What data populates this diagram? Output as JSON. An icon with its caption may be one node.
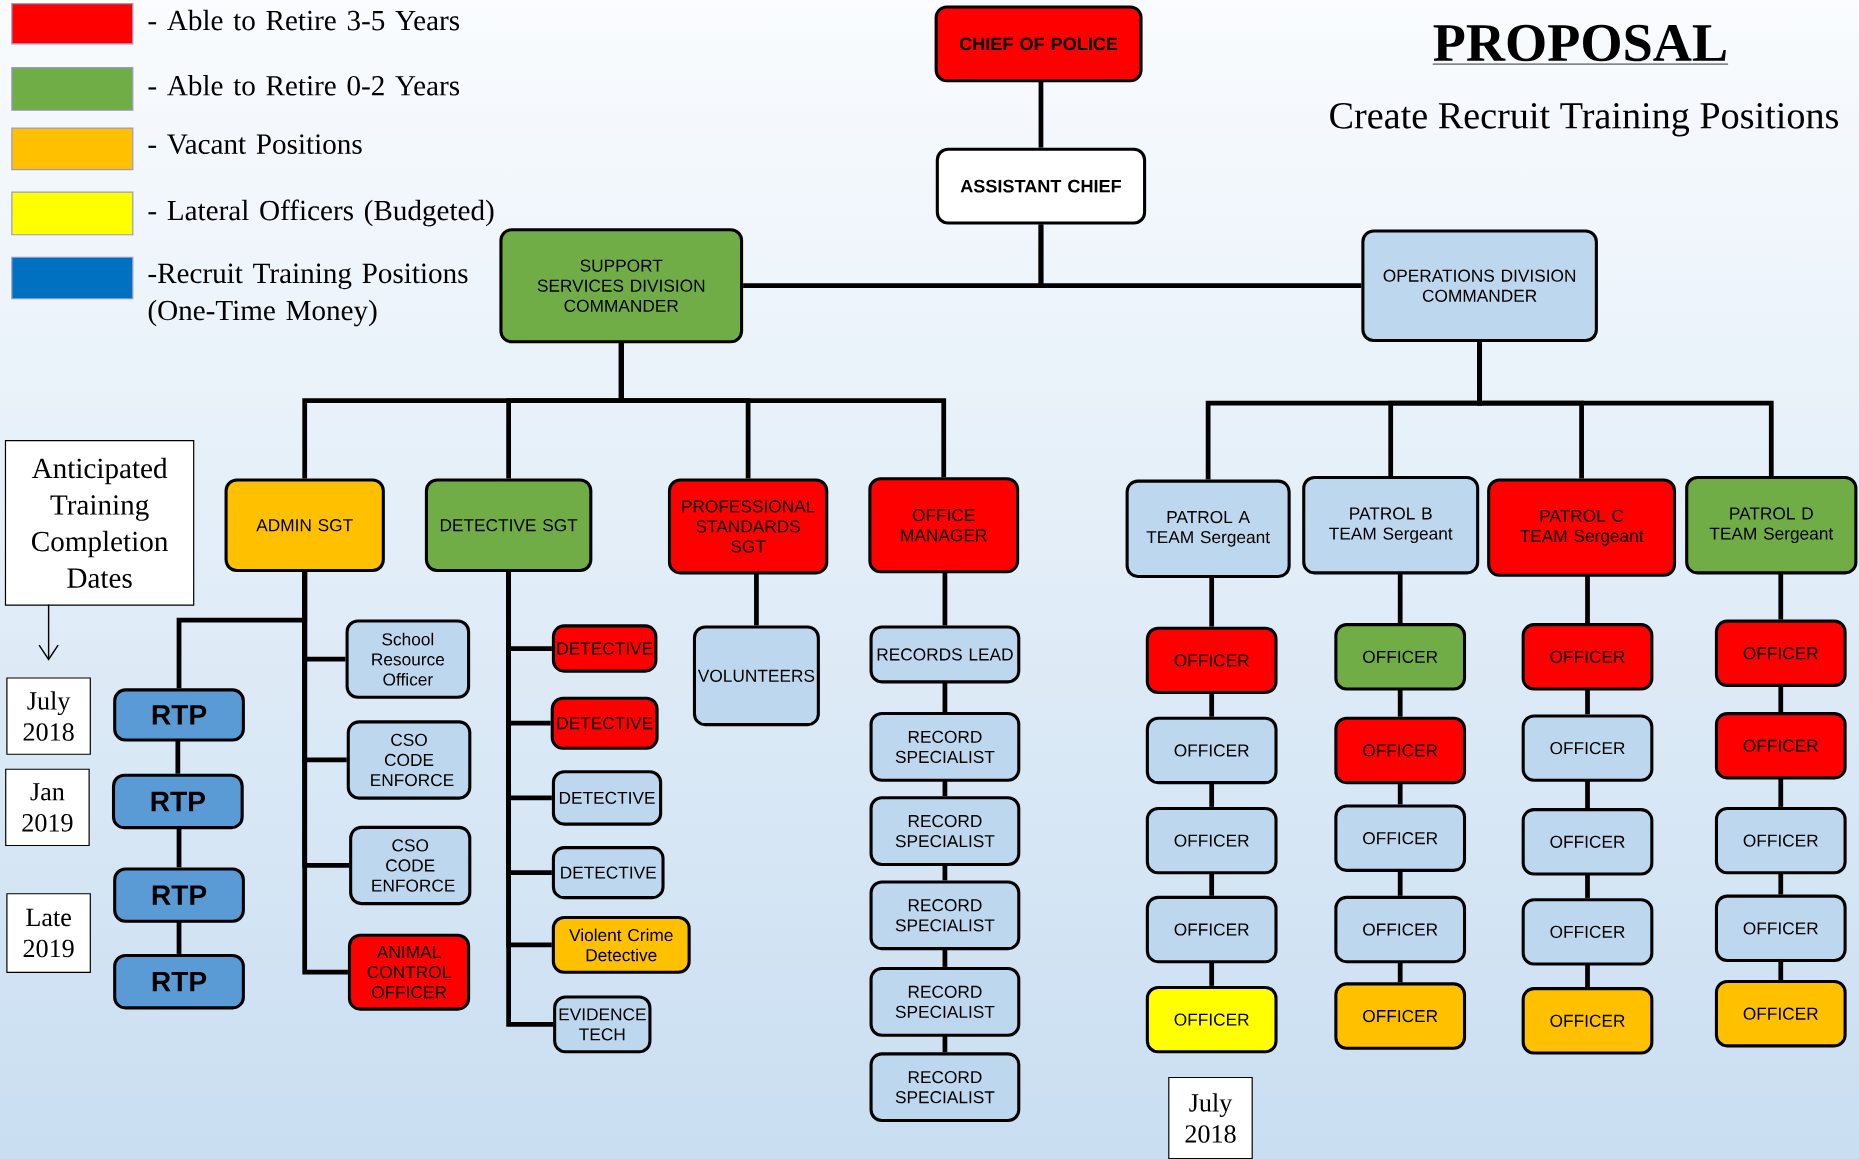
{
  "diagram": {
    "title": "PROPOSAL",
    "nodes": [
      {
        "text": [
          "CHIEF OF POLICE"
        ]
      },
      {
        "text": [
          "ASSISTANT CHIEF"
        ]
      },
      {
        "text": [
          "SUPPORT SERVICES DIVISION COMMANDER"
        ]
      },
      {
        "text": [
          "OPERATIONS DIVISION COMMANDER"
        ]
      },
      {
        "text": [
          "ADMIN SGT"
        ]
      },
      {
        "text": [
          "DETECTIVE SGT"
        ]
      },
      {
        "text": [
          "PROFESSIONAL STANDARDS SGT"
        ]
      },
      {
        "text": [
          "OFFICE MANAGER"
        ]
      },
      {
        "text": [
          "PATROL A TEAM Sergeant"
        ]
      },
      {
        "text": [
          "PATROL B TEAM Sergeant"
        ]
      },
      {
        "text": [
          "PATROL C TEAM Sergeant"
        ]
      },
      {
        "text": [
          "PATROL D TEAM Sergeant"
        ]
      },
      {
        "text": [
          "School Resource Officer"
        ]
      },
      {
        "text": [
          "CSO CODE ENFORCE"
        ]
      },
      {
        "text": [
          "CSO CODE ENFORCE"
        ]
      },
      {
        "text": [
          "ANIMAL CONTROL OFFICER"
        ]
      },
      {
        "text": [
          "RTP"
        ]
      },
      {
        "text": [
          "RTP"
        ]
      },
      {
        "text": [
          "RTP"
        ]
      },
      {
        "text": [
          "RTP"
        ]
      },
      {
        "text": [
          "DETECTIVE"
        ]
      },
      {
        "text": [
          "DETECTIVE"
        ]
      },
      {
        "text": [
          "DETECTIVE"
        ]
      },
      {
        "text": [
          "DETECTIVE"
        ]
      },
      {
        "text": [
          "Violent Crime Detective"
        ]
      },
      {
        "text": [
          "EVIDENCE TECH"
        ]
      },
      {
        "text": [
          "VOLUNTEERS"
        ]
      },
      {
        "text": [
          "RECORDS LEAD"
        ]
      },
      {
        "text": [
          "RECORD SPECIALIST"
        ]
      },
      {
        "text": [
          "RECORD SPECIALIST"
        ]
      },
      {
        "text": [
          "RECORD SPECIALIST"
        ]
      },
      {
        "text": [
          "RECORD SPECIALIST"
        ]
      },
      {
        "text": [
          "RECORD SPECIALIST"
        ]
      },
      {
        "text": [
          "OFFICER"
        ]
      },
      {
        "text": [
          "OFFICER"
        ]
      },
      {
        "text": [
          "OFFICER"
        ]
      },
      {
        "text": [
          "OFFICER"
        ]
      },
      {
        "text": [
          "OFFICER"
        ]
      },
      {
        "text": [
          "OFFICER"
        ]
      },
      {
        "text": [
          "OFFICER"
        ]
      },
      {
        "text": [
          "OFFICER"
        ]
      },
      {
        "text": [
          "OFFICER"
        ]
      },
      {
        "text": [
          "OFFICER"
        ]
      },
      {
        "text": [
          "OFFICER"
        ]
      },
      {
        "text": [
          "OFFICER"
        ]
      },
      {
        "text": [
          "OFFICER"
        ]
      },
      {
        "text": [
          "OFFICER"
        ]
      },
      {
        "text": [
          "OFFICER"
        ]
      },
      {
        "text": [
          "OFFICER"
        ]
      },
      {
        "text": [
          "OFFICER"
        ]
      },
      {
        "text": [
          "OFFICER"
        ]
      },
      {
        "text": [
          "OFFICER"
        ]
      },
      {
        "text": [
          "OFFICER"
        ]
      },
      {
        "text": [
          "Anticipated Training Completion Dates"
        ]
      },
      {
        "text": [
          "July 2018"
        ]
      },
      {
        "text": [
          "Jan 2019"
        ]
      },
      {
        "text": [
          "Late 2019"
        ]
      },
      {
        "text": [
          "July 2018"
        ]
      }
    ],
    "edges": [
      {
        "from": 0,
        "to": 1,
        "arrow": "none"
      },
      {
        "from": 1,
        "to": 2,
        "arrow": "none"
      },
      {
        "from": 1,
        "to": 3,
        "arrow": "none"
      },
      {
        "from": 2,
        "to": 4,
        "arrow": "none"
      },
      {
        "from": 2,
        "to": 5,
        "arrow": "none"
      },
      {
        "from": 2,
        "to": 6,
        "arrow": "none"
      },
      {
        "from": 2,
        "to": 7,
        "arrow": "none"
      },
      {
        "from": 3,
        "to": 8,
        "arrow": "none"
      },
      {
        "from": 3,
        "to": 9,
        "arrow": "none"
      },
      {
        "from": 3,
        "to": 10,
        "arrow": "none"
      },
      {
        "from": 3,
        "to": 11,
        "arrow": "none"
      },
      {
        "from": 4,
        "to": 12,
        "arrow": "none"
      },
      {
        "from": 4,
        "to": 13,
        "arrow": "none"
      },
      {
        "from": 4,
        "to": 14,
        "arrow": "none"
      },
      {
        "from": 4,
        "to": 15,
        "arrow": "none"
      },
      {
        "from": 4,
        "to": 16,
        "arrow": "none"
      },
      {
        "from": 16,
        "to": 17,
        "arrow": "none"
      },
      {
        "from": 17,
        "to": 18,
        "arrow": "none"
      },
      {
        "from": 18,
        "to": 19,
        "arrow": "none"
      },
      {
        "from": 5,
        "to": 20,
        "arrow": "none"
      },
      {
        "from": 5,
        "to": 21,
        "arrow": "none"
      },
      {
        "from": 5,
        "to": 22,
        "arrow": "none"
      },
      {
        "from": 5,
        "to": 23,
        "arrow": "none"
      },
      {
        "from": 5,
        "to": 24,
        "arrow": "none"
      },
      {
        "from": 5,
        "to": 25,
        "arrow": "none"
      },
      {
        "from": 6,
        "to": 26,
        "arrow": "none"
      },
      {
        "from": 7,
        "to": 27,
        "arrow": "none"
      },
      {
        "from": 27,
        "to": 28,
        "arrow": "none"
      },
      {
        "from": 28,
        "to": 29,
        "arrow": "none"
      },
      {
        "from": 29,
        "to": 30,
        "arrow": "none"
      },
      {
        "from": 30,
        "to": 31,
        "arrow": "none"
      },
      {
        "from": 31,
        "to": 32,
        "arrow": "none"
      },
      {
        "from": 8,
        "to": 33,
        "arrow": "none"
      },
      {
        "from": 33,
        "to": 34,
        "arrow": "none"
      },
      {
        "from": 34,
        "to": 35,
        "arrow": "none"
      },
      {
        "from": 35,
        "to": 36,
        "arrow": "none"
      },
      {
        "from": 36,
        "to": 37,
        "arrow": "none"
      },
      {
        "from": 9,
        "to": 38,
        "arrow": "none"
      },
      {
        "from": 38,
        "to": 39,
        "arrow": "none"
      },
      {
        "from": 39,
        "to": 40,
        "arrow": "none"
      },
      {
        "from": 40,
        "to": 41,
        "arrow": "none"
      },
      {
        "from": 41,
        "to": 42,
        "arrow": "none"
      },
      {
        "from": 10,
        "to": 43,
        "arrow": "none"
      },
      {
        "from": 43,
        "to": 44,
        "arrow": "none"
      },
      {
        "from": 44,
        "to": 45,
        "arrow": "none"
      },
      {
        "from": 45,
        "to": 46,
        "arrow": "none"
      },
      {
        "from": 46,
        "to": 47,
        "arrow": "none"
      },
      {
        "from": 11,
        "to": 48,
        "arrow": "none"
      },
      {
        "from": 48,
        "to": 49,
        "arrow": "none"
      },
      {
        "from": 49,
        "to": 50,
        "arrow": "none"
      },
      {
        "from": 50,
        "to": 51,
        "arrow": "none"
      },
      {
        "from": 51,
        "to": 52,
        "arrow": "none"
      },
      {
        "from": 53,
        "to": 54,
        "arrow": "to"
      }
    ],
    "labels": [
      "Create Recruit Training Positions"
    ],
    "legend": [
      {
        "text": "- Able to Retire 3-5 Years",
        "color": "#ff0000"
      },
      {
        "text": "- Able to Retire 0-2 Years",
        "color": "#70ad47"
      },
      {
        "text": "- Vacant Positions",
        "color": "#ffc000"
      },
      {
        "text": "- Lateral Officers (Budgeted)",
        "color": "#ffff00"
      },
      {
        "text": "-Recruit Training Positions (One-Time Money)",
        "color": "#0070c0"
      }
    ]
  }
}
